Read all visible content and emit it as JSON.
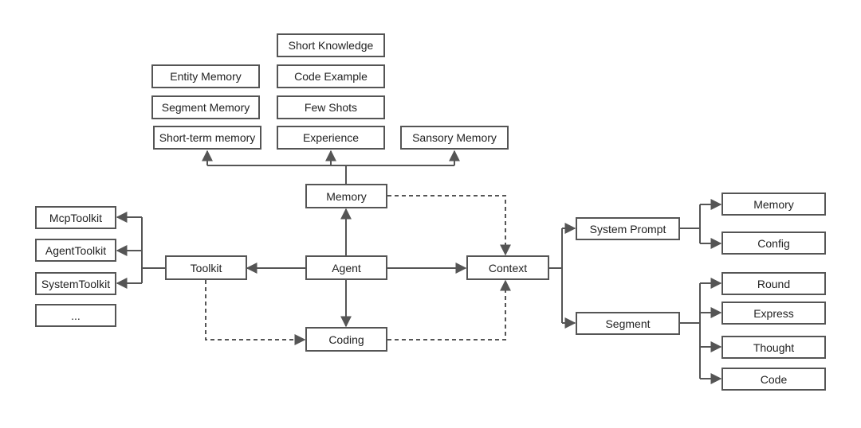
{
  "colors": {
    "stroke": "#555555",
    "text": "#222222",
    "background": "#ffffff"
  },
  "nodes": {
    "short_knowledge": "Short Knowledge",
    "entity_memory": "Entity Memory",
    "code_example": "Code Example",
    "segment_memory": "Segment Memory",
    "few_shots": "Few Shots",
    "short_term_memory": "Short-term memory",
    "experience": "Experience",
    "sansory_memory": "Sansory Memory",
    "memory": "Memory",
    "mcp_toolkit": "McpToolkit",
    "agent_toolkit": "AgentToolkit",
    "system_toolkit": "SystemToolkit",
    "ellipsis": "...",
    "toolkit": "Toolkit",
    "agent": "Agent",
    "context": "Context",
    "coding": "Coding",
    "system_prompt": "System Prompt",
    "segment": "Segment",
    "sp_memory": "Memory",
    "config": "Config",
    "round": "Round",
    "express": "Express",
    "thought": "Thought",
    "code": "Code"
  }
}
